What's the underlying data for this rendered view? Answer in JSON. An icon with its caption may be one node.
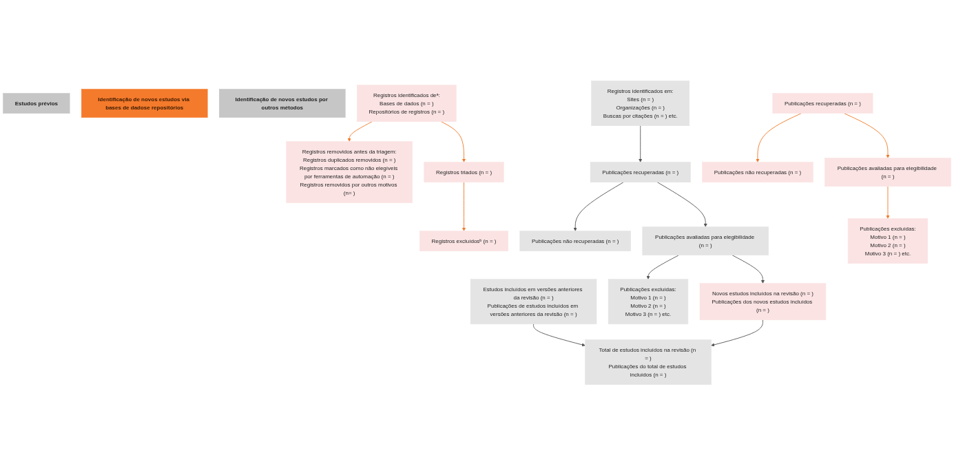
{
  "diagram": {
    "nodes": [
      {
        "text": [
          "Estudos prévios"
        ]
      },
      {
        "text": [
          "Identificação de novos estudos via bases de dadose repositórios"
        ]
      },
      {
        "text": [
          "Identificação de novos estudos por outros métodos"
        ]
      },
      {
        "text": [
          "Estudos incluídos em versões anteriores da revisão (n = )",
          "Publicações de estudos incluídos em versões anteriores da revisão (n = )"
        ]
      },
      {
        "text": [
          "Registros identificados deᵃ:",
          "Bases de dados (n = )",
          "Repositórios de registros (n = )"
        ]
      },
      {
        "text": [
          "Registros removidos antes da triagem:",
          "Registros duplicados removidos (n = )",
          "Registros marcados como não elegíveis por ferramentas de automação (n = )",
          "Registros removidos por outros motivos (n= )"
        ]
      },
      {
        "text": [
          "Registros identificados em:",
          "Sites (n = )",
          "Organizações (n = )",
          "Buscas por citações (n = ) etc."
        ]
      },
      {
        "text": [
          "Registros triados (n = )"
        ]
      },
      {
        "text": [
          "Registros excluídosᵇ (n = )"
        ]
      },
      {
        "text": [
          "Publicações recuperadas (n = )"
        ]
      },
      {
        "text": [
          "Publicações não recuperadas (n = )"
        ]
      },
      {
        "text": [
          "Publicações recuperadas (n = )"
        ]
      },
      {
        "text": [
          "Publicações não recuperadas (n = )"
        ]
      },
      {
        "text": [
          "Publicações avaliadas para elegibilidade (n = )"
        ]
      },
      {
        "text": [
          "Publicações excluídas:",
          "Motivo 1 (n = )",
          "Motivo 2 (n = )",
          "Motivo 3 (n = ) etc."
        ]
      },
      {
        "text": [
          "Publicações avaliadas para elegibilidade (n = )"
        ]
      },
      {
        "text": [
          "Publicações excluídas:",
          "Motivo 1 (n = )",
          "Motivo 2 (n = )",
          "Motivo 3 (n = ) etc."
        ]
      },
      {
        "text": [
          "Novos estudos incluídos na revisão (n = )",
          "Publicações dos novos estudos incluídos (n = )"
        ]
      },
      {
        "text": [
          "Total de estudos incluídos na revisão (n = )",
          "Publicações do total de estudos incluídos (n = )"
        ]
      }
    ],
    "edges": [
      {
        "from": 4,
        "to": 5,
        "arrow": "to",
        "color": "#f07a2a"
      },
      {
        "from": 4,
        "to": 7,
        "arrow": "to",
        "color": "#f07a2a"
      },
      {
        "from": 7,
        "to": 8,
        "arrow": "to",
        "color": "#f07a2a"
      },
      {
        "from": 9,
        "to": 10,
        "arrow": "to",
        "color": "#f07a2a"
      },
      {
        "from": 9,
        "to": 13,
        "arrow": "to",
        "color": "#f07a2a"
      },
      {
        "from": 13,
        "to": 14,
        "arrow": "to",
        "color": "#f07a2a"
      },
      {
        "from": 6,
        "to": 11,
        "arrow": "to"
      },
      {
        "from": 11,
        "to": 12,
        "arrow": "to"
      },
      {
        "from": 11,
        "to": 15,
        "arrow": "to"
      },
      {
        "from": 15,
        "to": 16,
        "arrow": "to"
      },
      {
        "from": 15,
        "to": 17,
        "arrow": "to"
      },
      {
        "from": 17,
        "to": 18,
        "arrow": "to"
      },
      {
        "from": 3,
        "to": 18,
        "arrow": "to"
      }
    ]
  }
}
